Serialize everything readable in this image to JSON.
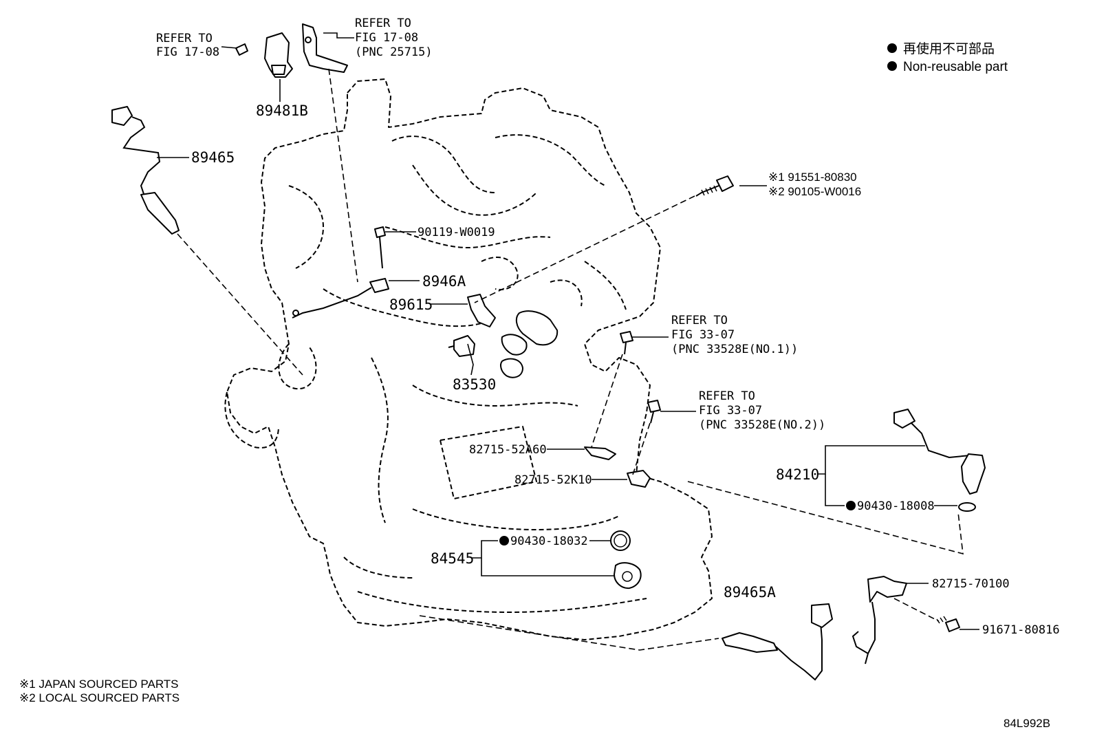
{
  "refer_notes": {
    "fig_17_08_left": [
      "REFER TO",
      "FIG 17-08"
    ],
    "fig_17_08_right": [
      "REFER TO",
      "FIG 17-08",
      "(PNC 25715)"
    ],
    "fig_33_07_no1": [
      "REFER TO",
      "FIG 33-07",
      "(PNC 33528E(NO.1))"
    ],
    "fig_33_07_no2": [
      "REFER TO",
      "FIG 33-07",
      "(PNC 33528E(NO.2))"
    ]
  },
  "parts": {
    "p89481B": "89481B",
    "p89465": "89465",
    "p90119": "90119-W0019",
    "p8946A": "8946A",
    "p89615": "89615",
    "p83530": "83530",
    "p91551": "※1 91551-80830",
    "p90105": "※2 90105-W0016",
    "p82715_52A60": "82715-52A60",
    "p82715_52K10": "82715-52K10",
    "p84210": "84210",
    "p90430_18008": "90430-18008",
    "p90430_18032": "90430-18032",
    "p84545": "84545",
    "p89465A": "89465A",
    "p82715_70100": "82715-70100",
    "p91671_80816": "91671-80816"
  },
  "legend": {
    "japanese": "再使用不可部品",
    "english": "Non-reusable part"
  },
  "footnotes": {
    "note1": "※1  JAPAN SOURCED PARTS",
    "note2": "※2  LOCAL SOURCED PARTS"
  },
  "diagram_id": "84L992B"
}
